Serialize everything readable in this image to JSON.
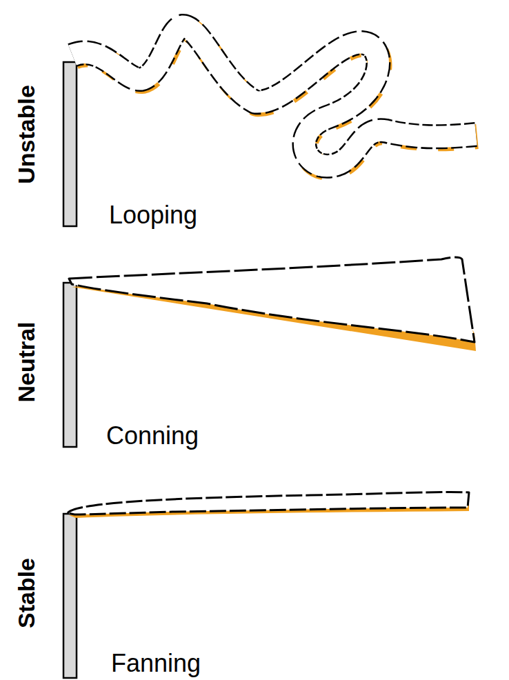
{
  "diagram": {
    "labels": [
      "Unstable",
      "Looping",
      "Neutral",
      "Conning",
      "Stable",
      "Fanning"
    ]
  }
}
